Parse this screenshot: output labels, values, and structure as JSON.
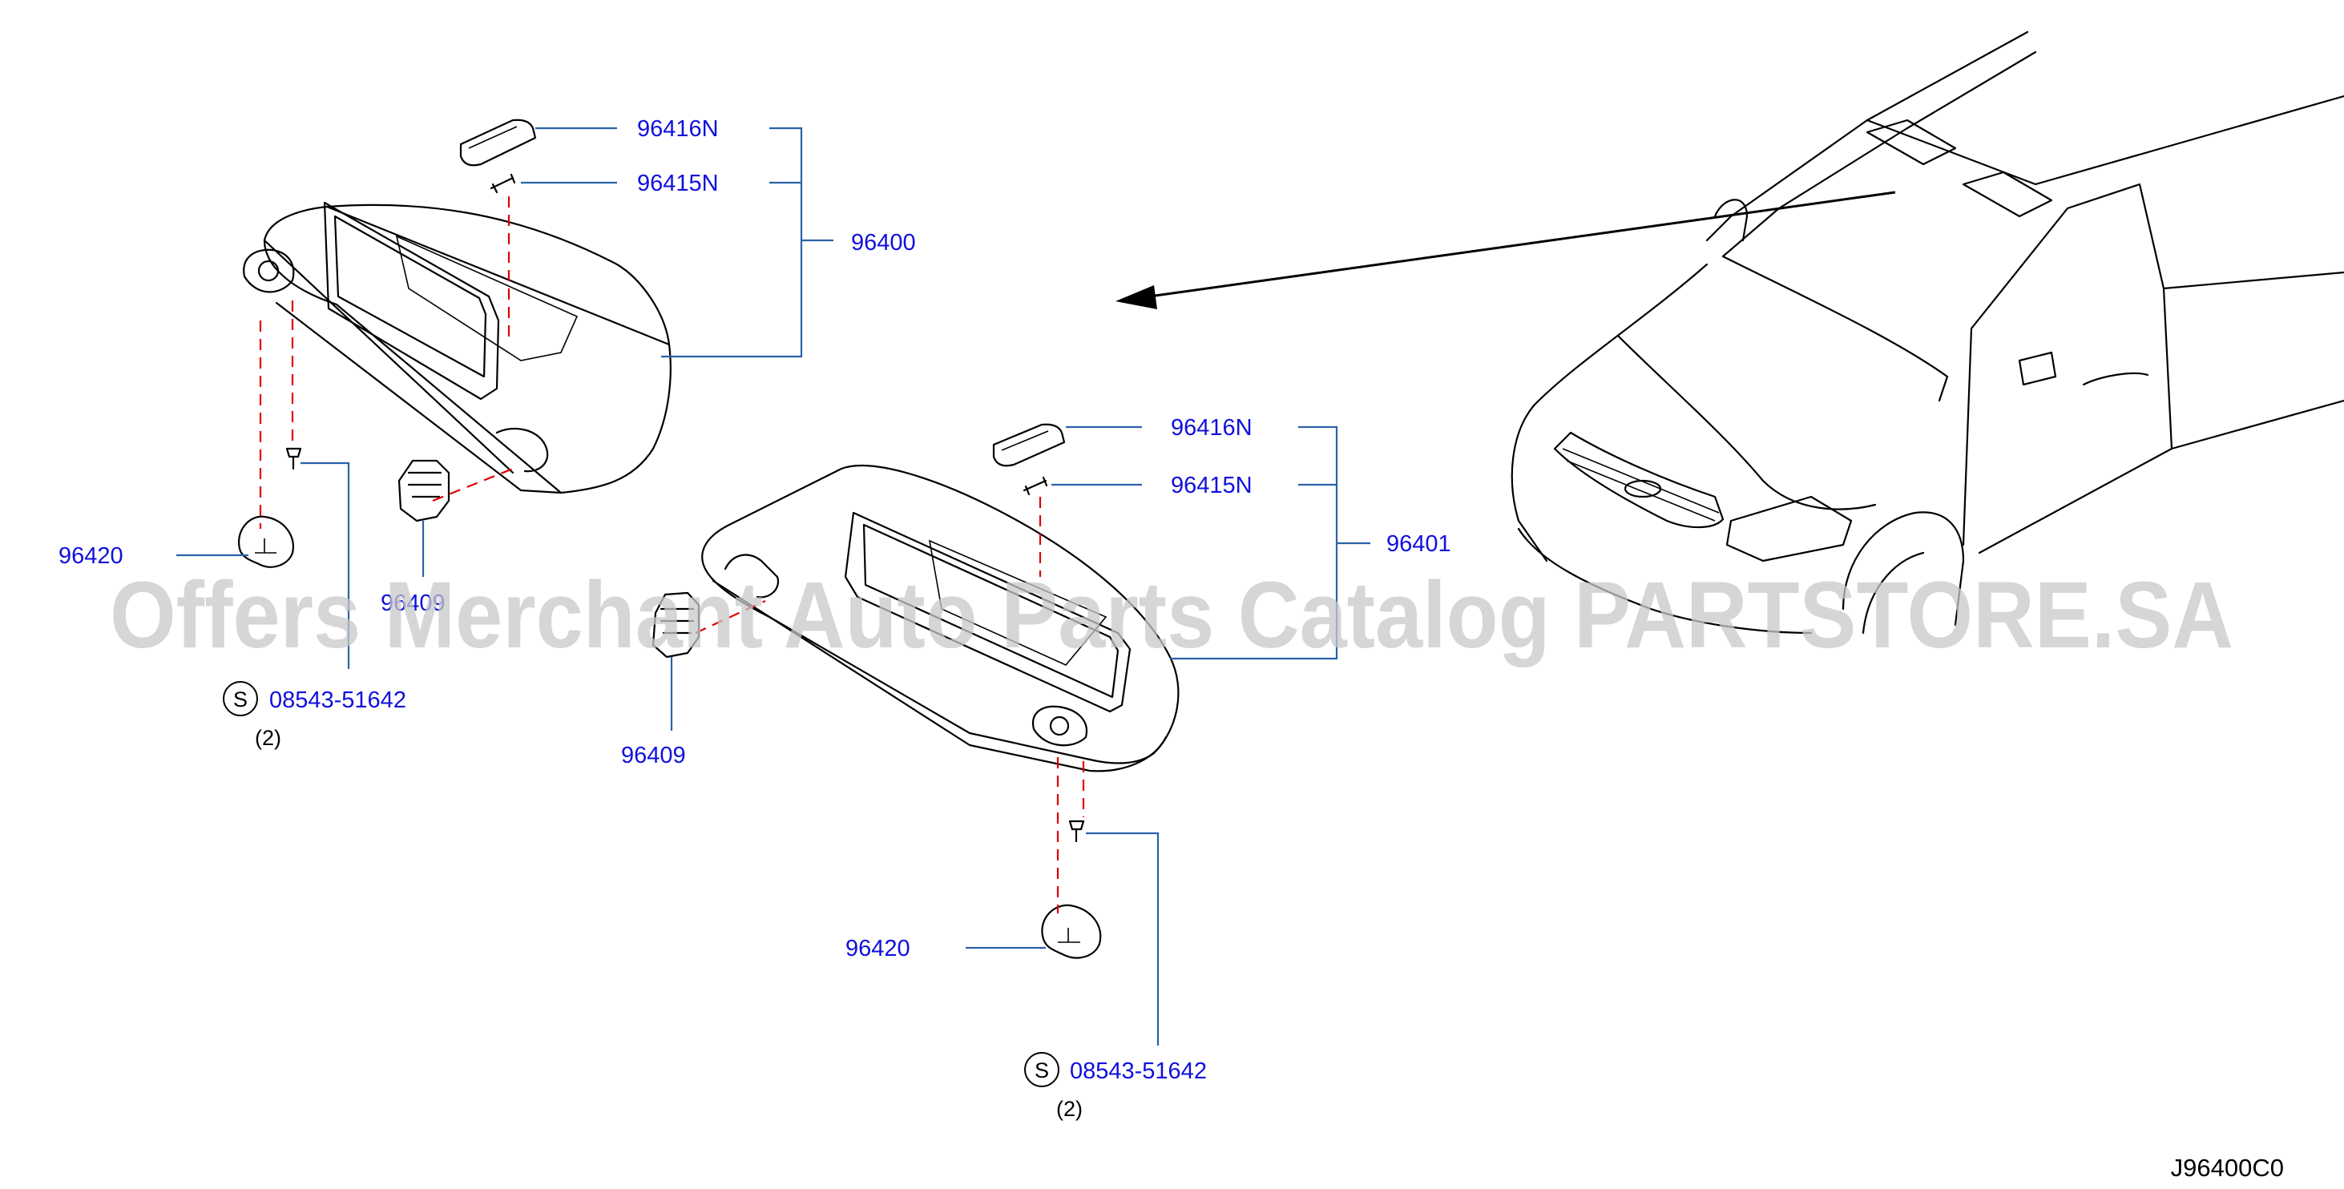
{
  "diagram_code": "J96400C0",
  "watermark": "Offers Merchant Auto Parts Catalog PARTSTORE.SA",
  "colors": {
    "label": "#1010dd",
    "leader": "#2a62a8",
    "dash": "#e00000",
    "line": "#000000",
    "watermark": "#c8c8c8"
  },
  "left_group": {
    "cover_label": "96416N",
    "pin_label": "96415N",
    "assembly_label": "96400",
    "cover_base_label": "96420",
    "holder_label": "96409",
    "screw_symbol": "S",
    "screw_label": "08543-51642",
    "screw_qty": "(2)"
  },
  "right_group": {
    "cover_label": "96416N",
    "pin_label": "96415N",
    "assembly_label": "96401",
    "cover_base_label": "96420",
    "holder_label": "96409",
    "screw_symbol": "S",
    "screw_label": "08543-51642",
    "screw_qty": "(2)"
  }
}
